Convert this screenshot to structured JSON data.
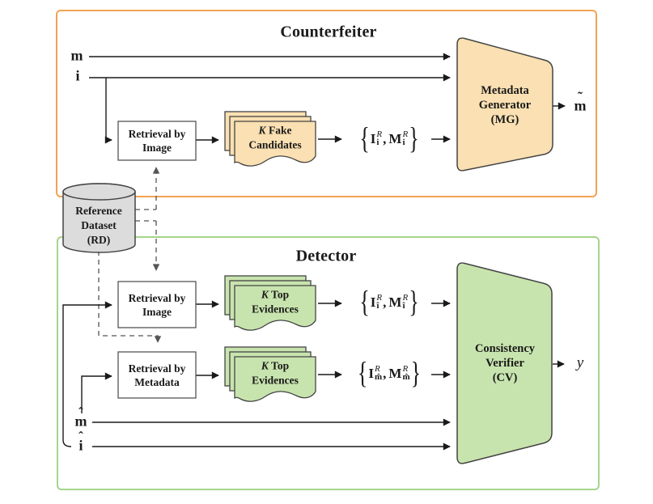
{
  "colors": {
    "orange_border": "#F2A254",
    "orange_fill": "#FAE0B2",
    "green_border": "#A6D48C",
    "green_fill": "#C8E4AE",
    "dataset_fill": "#DCDCDC",
    "box_fill": "#FFFFFF",
    "line": "#1a1a1a",
    "dashed_line": "#555555"
  },
  "counterfeiter": {
    "title": "Counterfeiter",
    "input_m": "m",
    "input_i": "i",
    "retrieval_by_image": {
      "line1": "Retrieval by",
      "line2": "Image"
    },
    "fake_candidates": {
      "k": "K",
      "line1_rest": "Fake",
      "line2": "Candidates"
    },
    "candidate_set": {
      "open": "{",
      "t1_base": "I",
      "t1_sup": "R",
      "t1_sub": "i",
      "comma": ",",
      "t2_base": "M",
      "t2_sup": "R",
      "t2_sub": "i",
      "close": "}"
    },
    "metadata_generator": {
      "line1": "Metadata",
      "line2": "Generator",
      "line3": "(MG)"
    },
    "output_m_tilde": {
      "base": "m",
      "accent": "˜"
    }
  },
  "reference_dataset": {
    "line1": "Reference",
    "line2": "Dataset",
    "line3": "(RD)"
  },
  "detector": {
    "title": "Detector",
    "retrieval_by_image": {
      "line1": "Retrieval by",
      "line2": "Image"
    },
    "retrieval_by_metadata": {
      "line1": "Retrieval by",
      "line2": "Metadata"
    },
    "top_evidences_image": {
      "k": "K",
      "line1_rest": "Top",
      "line2": "Evidences"
    },
    "top_evidences_metadata": {
      "k": "K",
      "line1_rest": "Top",
      "line2": "Evidences"
    },
    "evidence_set_image": {
      "open": "{",
      "t1_base": "I",
      "t1_sup": "R",
      "t1_sub": "î",
      "comma": ",",
      "t2_base": "M",
      "t2_sup": "R",
      "t2_sub": "î",
      "close": "}"
    },
    "evidence_set_metadata": {
      "open": "{",
      "t1_base": "I",
      "t1_sup": "R",
      "t1_sub": "m̂",
      "comma": ",",
      "t2_base": "M",
      "t2_sup": "R",
      "t2_sub": "m̂",
      "close": "}"
    },
    "consistency_verifier": {
      "line1": "Consistency",
      "line2": "Verifier",
      "line3": "(CV)"
    },
    "input_m_hat": {
      "base": "m",
      "accent": "ˆ"
    },
    "input_i_hat": {
      "base": "i",
      "accent": "ˆ"
    },
    "output_y": "y"
  }
}
